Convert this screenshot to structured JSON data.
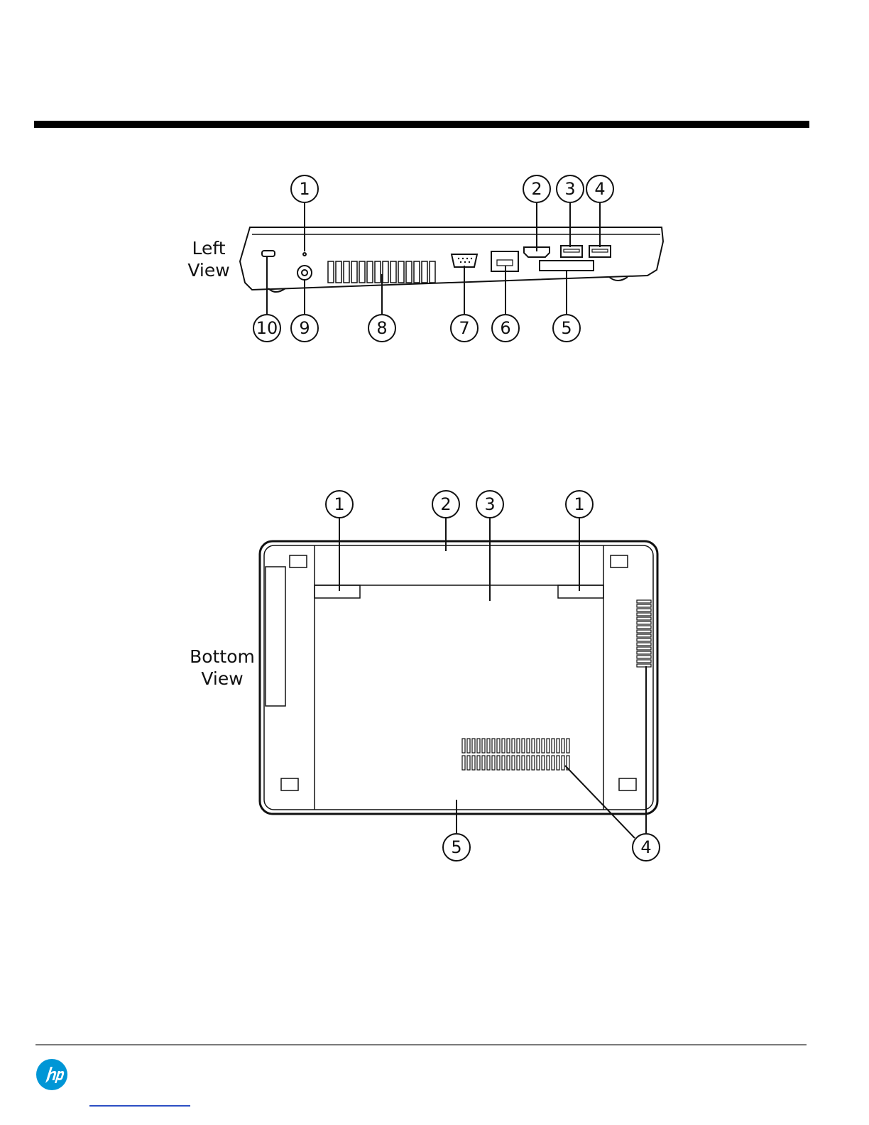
{
  "left_view": {
    "label_line1": "Left",
    "label_line2": "View",
    "callouts_top": [
      "1",
      "2",
      "3",
      "4"
    ],
    "callouts_bottom": [
      "10",
      "9",
      "8",
      "7",
      "6",
      "5"
    ]
  },
  "bottom_view": {
    "label_line1": "Bottom",
    "label_line2": "View",
    "callouts_top": [
      "1",
      "2",
      "3",
      "1"
    ],
    "callouts_bottom": [
      "5",
      "4"
    ]
  },
  "colors": {
    "brand": "#0096d6",
    "rule": "#000000",
    "link": "#2b4fc4"
  },
  "icons": {
    "logo": "hp-logo-icon"
  }
}
